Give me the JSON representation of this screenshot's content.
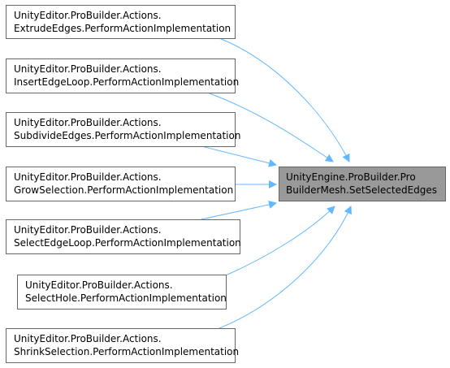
{
  "target": {
    "line1": "UnityEngine.ProBuilder.Pro",
    "line2": "BuilderMesh.SetSelectedEdges",
    "fill": "#999999",
    "border": "#666666"
  },
  "callers": [
    {
      "line1": "UnityEditor.ProBuilder.Actions.",
      "line2": "ExtrudeEdges.PerformActionImplementation"
    },
    {
      "line1": "UnityEditor.ProBuilder.Actions.",
      "line2": "InsertEdgeLoop.PerformActionImplementation"
    },
    {
      "line1": "UnityEditor.ProBuilder.Actions.",
      "line2": "SubdivideEdges.PerformActionImplementation"
    },
    {
      "line1": "UnityEditor.ProBuilder.Actions.",
      "line2": "GrowSelection.PerformActionImplementation"
    },
    {
      "line1": "UnityEditor.ProBuilder.Actions.",
      "line2": "SelectEdgeLoop.PerformActionImplementation"
    },
    {
      "line1": "UnityEditor.ProBuilder.Actions.",
      "line2": "SelectHole.PerformActionImplementation"
    },
    {
      "line1": "UnityEditor.ProBuilder.Actions.",
      "line2": "ShrinkSelection.PerformActionImplementation"
    }
  ],
  "colors": {
    "node_fill": "#ffffff",
    "node_border": "#666666",
    "edge": "#63b8ff"
  }
}
